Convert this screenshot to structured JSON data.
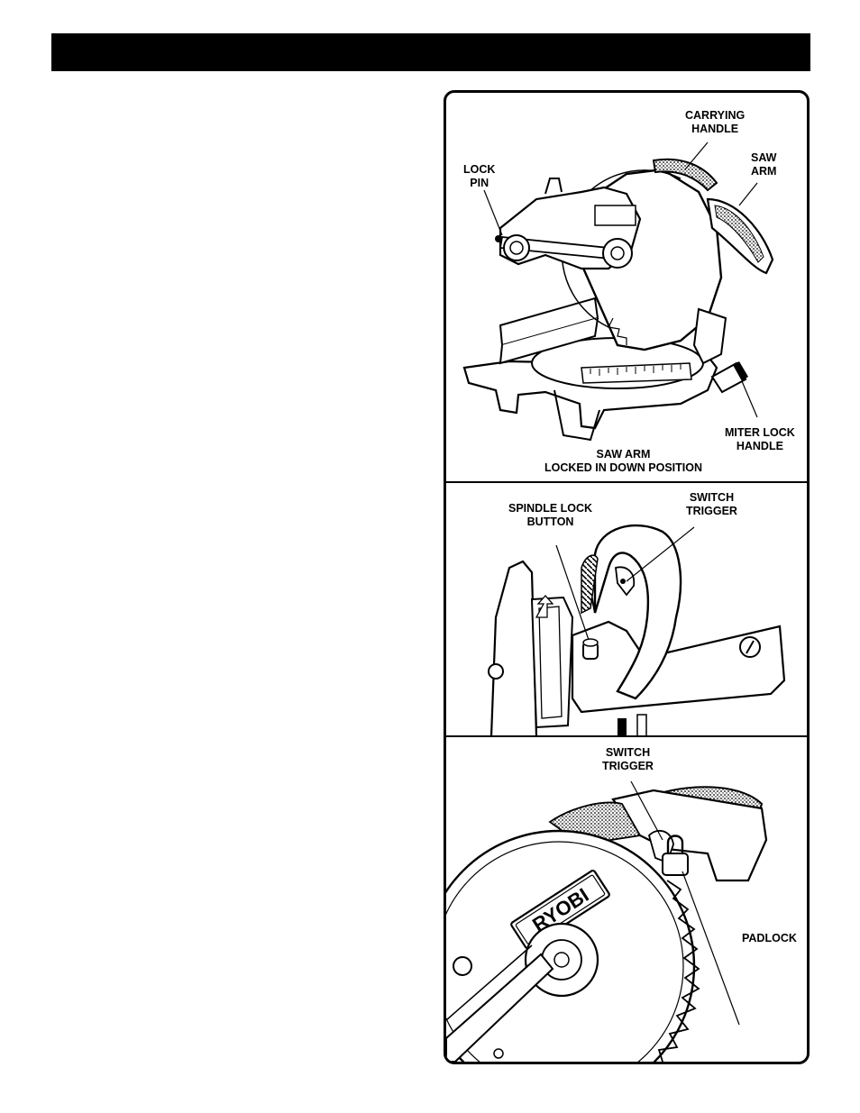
{
  "panel1": {
    "carrying_handle_l1": "CARRYING",
    "carrying_handle_l2": "HANDLE",
    "saw_arm_l1": "SAW",
    "saw_arm_l2": "ARM",
    "lock_pin_l1": "LOCK",
    "lock_pin_l2": "PIN",
    "miter_lock_l1": "MITER LOCK",
    "miter_lock_l2": "HANDLE",
    "caption_l1": "SAW ARM",
    "caption_l2": "LOCKED IN DOWN POSITION"
  },
  "panel2": {
    "spindle_l1": "SPINDLE LOCK",
    "spindle_l2": "BUTTON",
    "switch_l1": "SWITCH",
    "switch_l2": "TRIGGER"
  },
  "panel3": {
    "switch_l1": "SWITCH",
    "switch_l2": "TRIGGER",
    "padlock": "PADLOCK",
    "brand": "RYOBI"
  }
}
